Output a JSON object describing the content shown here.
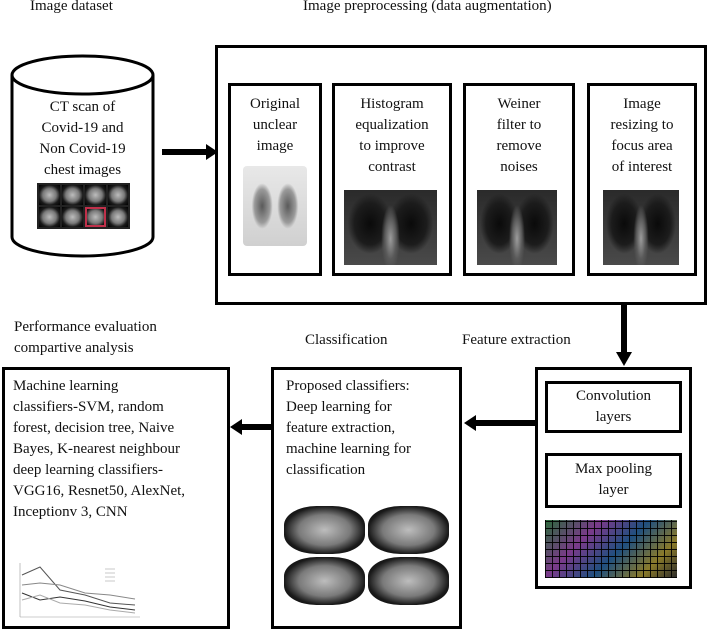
{
  "labels": {
    "image_dataset": "Image dataset",
    "preprocessing": "Image preprocessing (data augmentation)",
    "performance": "Performance evaluation\ncompartive analysis",
    "classification": "Classification",
    "feature_extraction": "Feature extraction"
  },
  "dataset": {
    "text": "CT scan of\nCovid-19 and\nNon Covid-19\nchest images"
  },
  "preprocessing_steps": [
    {
      "text": "Original\nunclear\nimage"
    },
    {
      "text": "Histogram\nequalization\nto improve\ncontrast"
    },
    {
      "text": "Weiner\nfilter to\nremove\nnoises"
    },
    {
      "text": "Image\nresizing to\nfocus area\nof interest"
    }
  ],
  "feature_extraction": {
    "convolution": "Convolution\nlayers",
    "max_pooling": "Max pooling\nlayer"
  },
  "classification": {
    "text": "Proposed classifiers:\nDeep learning for\nfeature extraction,\nmachine learning for\nclassification"
  },
  "performance": {
    "text": "Machine learning\nclassifiers-SVM, random\nforest, decision tree, Naive\nBayes, K-nearest neighbour\ndeep learning classifiers-\nVGG16, Resnet50, AlexNet,\nInceptionv 3, CNN"
  }
}
